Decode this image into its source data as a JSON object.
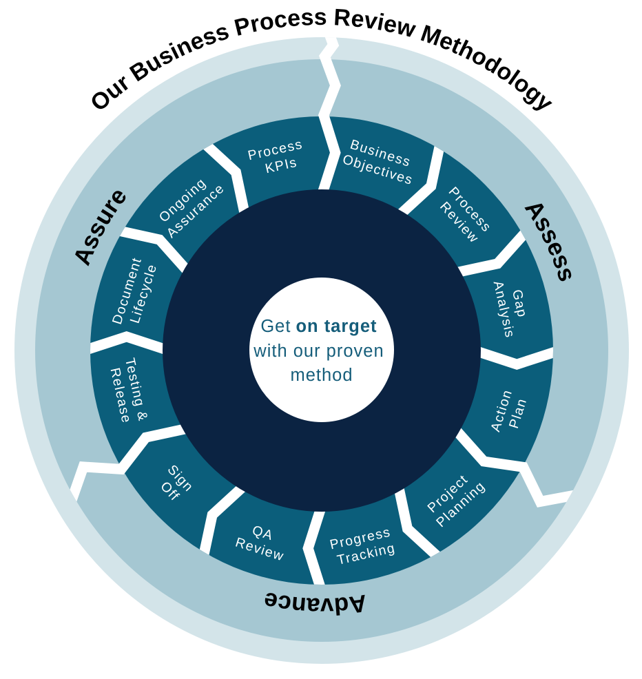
{
  "title": "Our Business Process Review Methodology",
  "phases": [
    {
      "name": "Assess"
    },
    {
      "name": "Advance"
    },
    {
      "name": "Assure"
    }
  ],
  "segments": [
    {
      "phase": "Assess",
      "lines": [
        "Business",
        "Objectives"
      ]
    },
    {
      "phase": "Assess",
      "lines": [
        "Process",
        "Review"
      ]
    },
    {
      "phase": "Assess",
      "lines": [
        "Gap",
        "Analysis"
      ]
    },
    {
      "phase": "Assess",
      "lines": [
        "Action",
        "Plan"
      ]
    },
    {
      "phase": "Advance",
      "lines": [
        "Project",
        "Planning"
      ]
    },
    {
      "phase": "Advance",
      "lines": [
        "Progress",
        "Tracking"
      ]
    },
    {
      "phase": "Advance",
      "lines": [
        "QA",
        "Review"
      ]
    },
    {
      "phase": "Advance",
      "lines": [
        "Sign",
        "Off"
      ]
    },
    {
      "phase": "Assure",
      "lines": [
        "Testing &",
        "Release"
      ]
    },
    {
      "phase": "Assure",
      "lines": [
        "Document",
        "Lifecycle"
      ]
    },
    {
      "phase": "Assure",
      "lines": [
        "Ongoing",
        "Assurance"
      ]
    },
    {
      "phase": "Assure",
      "lines": [
        "Process",
        "KPIs"
      ]
    }
  ],
  "center": {
    "prefix": "Get",
    "emphasis": "on target",
    "line2": "with our proven",
    "line3": "method"
  },
  "colors": {
    "outer_ring": "#d3e4e9",
    "phase_ring": "#a5c7d2",
    "step_ring": "#0b5e7b",
    "core": "#0b2342",
    "center_fill": "#ffffff",
    "center_text": "#155d7a",
    "step_text": "#ffffff",
    "title_text": "#000000",
    "phase_text": "#000000"
  }
}
